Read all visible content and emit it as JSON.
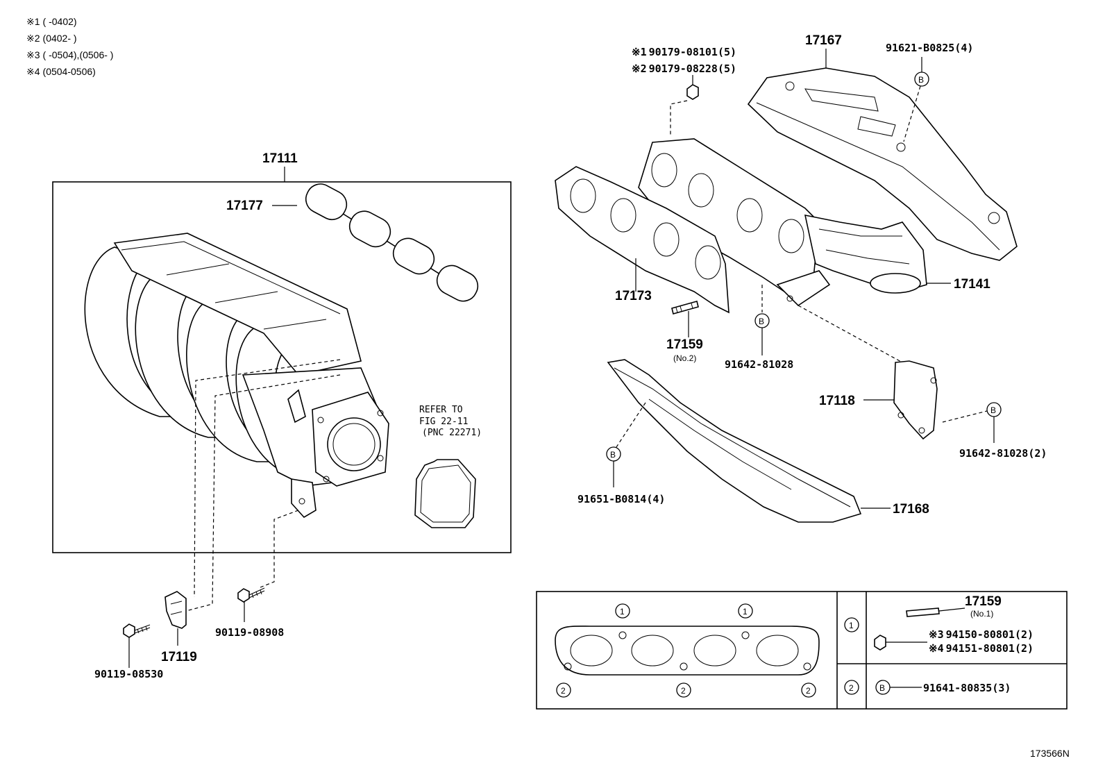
{
  "notes": [
    {
      "mark": "※1",
      "text": "(      -0402)"
    },
    {
      "mark": "※2",
      "text": "(0402-      )"
    },
    {
      "mark": "※3",
      "text": "(      -0504),(0506-      )"
    },
    {
      "mark": "※4",
      "text": "(0504-0506)"
    }
  ],
  "intake": {
    "assembly": "17111",
    "gasket": "17177",
    "refer_line1": "REFER TO",
    "refer_line2": "FIG 22-11",
    "refer_line3": "(PNC 22271)",
    "bracket": "17119",
    "bolt_left": "90119-08530",
    "bolt_mid": "90119-08908"
  },
  "exhaust": {
    "nut1_mark": "※1",
    "nut1": "90179-08101(5)",
    "nut2_mark": "※2",
    "nut2": "90179-08228(5)",
    "insulator_upper": "17167",
    "bolt_upper": "91621-B0825(4)",
    "gasket": "17173",
    "manifold": "17141",
    "stud": "17159",
    "stud_sub": "(No.2)",
    "bolt_center": "91642-81028",
    "bracket": "17118",
    "bolt_bracket": "91642-81028(2)",
    "bolt_lower": "91651-B0814(4)",
    "insulator_lower": "17168",
    "marker_b": "B"
  },
  "legend": {
    "c1": "1",
    "c2": "2",
    "stud": "17159",
    "stud_sub": "(No.1)",
    "nut3_mark": "※3",
    "nut3": "94150-80801(2)",
    "nut4_mark": "※4",
    "nut4": "94151-80801(2)",
    "marker_b": "B",
    "bolt": "91641-80835(3)"
  },
  "figure_id": "173566N"
}
